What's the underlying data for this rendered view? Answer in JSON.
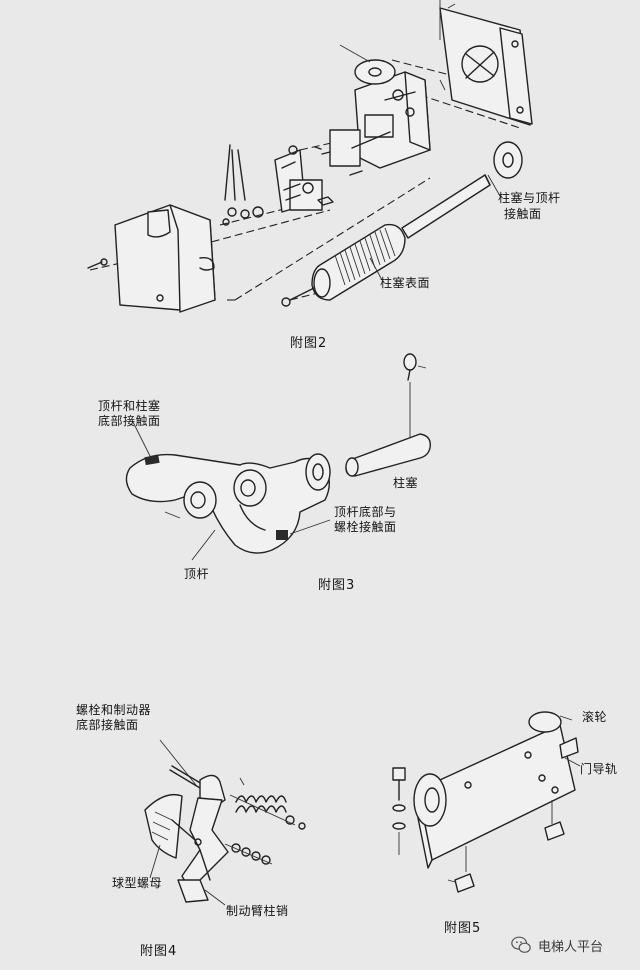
{
  "figure2": {
    "caption": "附图2",
    "labels": {
      "contact_plunger_pushrod_line1": "柱塞与顶杆",
      "contact_plunger_pushrod_line2": "接触面",
      "plunger_surface": "柱塞表面"
    }
  },
  "figure3": {
    "caption": "附图3",
    "labels": {
      "pushrod_plunger_bottom_line1": "顶杆和柱塞",
      "pushrod_plunger_bottom_line2": "底部接触面",
      "plunger": "柱塞",
      "pushrod_bottom_bolt_line1": "顶杆底部与",
      "pushrod_bottom_bolt_line2": "螺栓接触面",
      "pushrod": "顶杆"
    }
  },
  "figure4": {
    "caption": "附图4",
    "labels": {
      "bolt_brake_line1": "螺栓和制动器",
      "bolt_brake_line2": "底部接触面",
      "ball_nut": "球型螺母",
      "brake_arm_pin": "制动臂柱销"
    }
  },
  "figure5": {
    "caption": "附图5",
    "labels": {
      "roller": "滚轮",
      "door_guide_rail": "门导轨"
    }
  },
  "watermark": {
    "text": "电梯人平台",
    "icon": "chat-bubble-icon"
  }
}
